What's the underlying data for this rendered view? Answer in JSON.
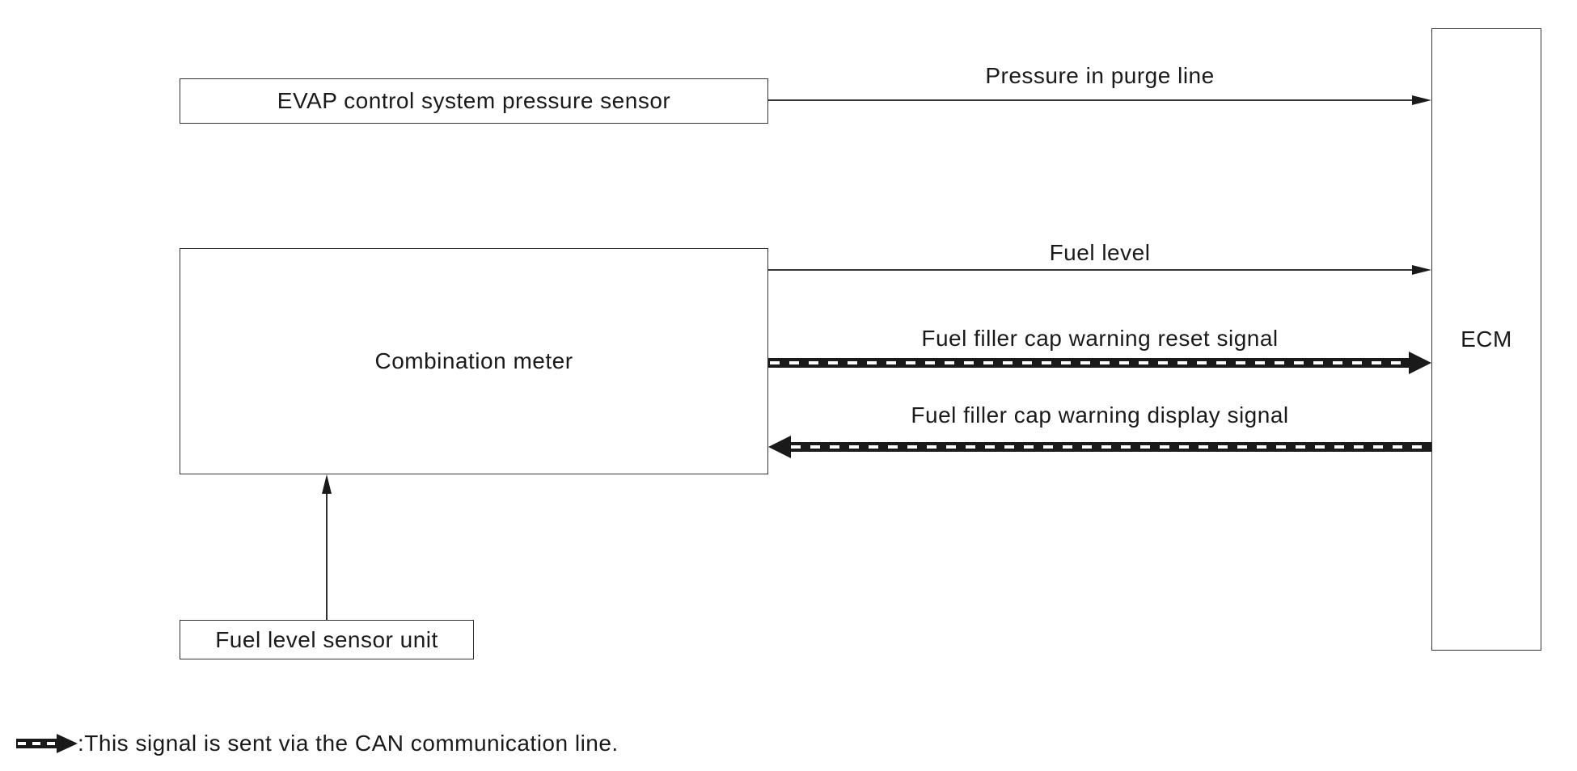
{
  "blocks": {
    "evap_sensor": "EVAP control system pressure sensor",
    "combination_meter": "Combination meter",
    "fuel_level_sensor": "Fuel level sensor unit",
    "ecm": "ECM"
  },
  "signals": {
    "pressure": "Pressure in purge line",
    "fuel_level": "Fuel level",
    "reset": "Fuel filler cap warning reset signal",
    "display": "Fuel filler cap warning display signal"
  },
  "legend": {
    "text": ":This signal is sent via the CAN communication line."
  },
  "colors": {
    "line": "#1a1a1a",
    "can_fill": "#ffffff"
  }
}
